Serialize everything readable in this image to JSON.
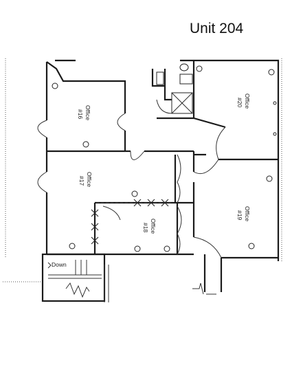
{
  "plan": {
    "title": "Unit 204",
    "rooms": [
      {
        "id": "16",
        "name": "Office",
        "number": "#16"
      },
      {
        "id": "17",
        "name": "Office",
        "number": "#17"
      },
      {
        "id": "18",
        "name": "Office",
        "number": "#18"
      },
      {
        "id": "19",
        "name": "Office",
        "number": "#19"
      },
      {
        "id": "20",
        "name": "Office",
        "number": "#20"
      }
    ],
    "stair_label": "Down"
  }
}
